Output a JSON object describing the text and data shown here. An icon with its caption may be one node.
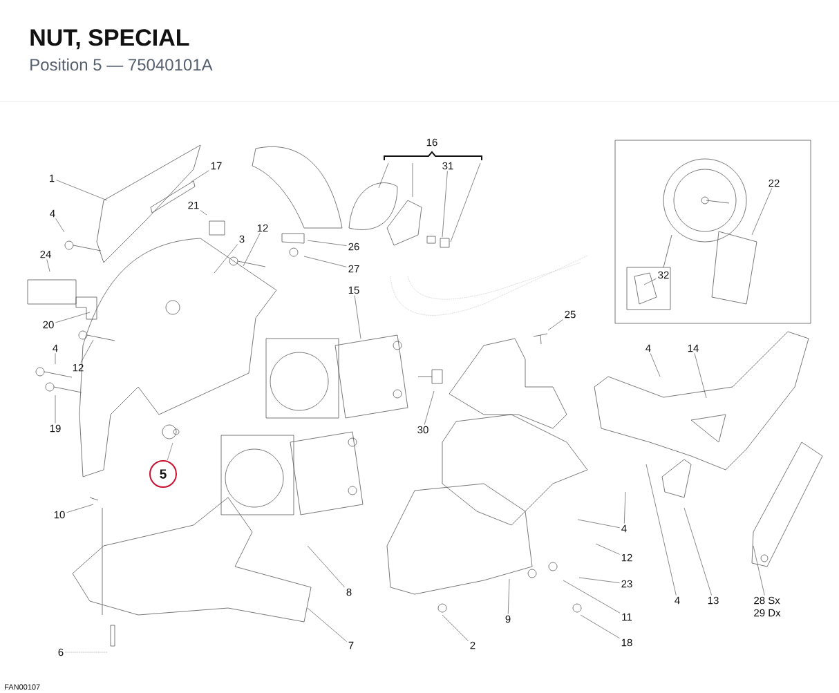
{
  "diagram": {
    "title": "NUT, SPECIAL",
    "caption": "Position 5 — 75040101A",
    "nodes": [
      {
        "text": [
          "1"
        ]
      },
      {
        "text": [
          "17"
        ]
      },
      {
        "text": [
          "21"
        ]
      },
      {
        "text": [
          "4"
        ]
      },
      {
        "text": [
          "3"
        ]
      },
      {
        "text": [
          "12"
        ]
      },
      {
        "text": [
          "24"
        ]
      },
      {
        "text": [
          "20"
        ]
      },
      {
        "text": [
          "12"
        ]
      },
      {
        "text": [
          "4"
        ]
      },
      {
        "text": [
          "19"
        ]
      },
      {
        "text": [
          "26"
        ]
      },
      {
        "text": [
          "27"
        ]
      },
      {
        "text": [
          "15"
        ]
      },
      {
        "text": [
          "31"
        ]
      },
      {
        "text": [
          "25"
        ]
      },
      {
        "text": [
          "22"
        ]
      },
      {
        "text": [
          "32"
        ]
      },
      {
        "text": [
          "4"
        ]
      },
      {
        "text": [
          "14"
        ]
      },
      {
        "text": [
          "30"
        ]
      },
      {
        "text": [
          "5"
        ]
      },
      {
        "text": [
          "10"
        ]
      },
      {
        "text": [
          "4"
        ]
      },
      {
        "text": [
          "12"
        ]
      },
      {
        "text": [
          "23"
        ]
      },
      {
        "text": [
          "8"
        ]
      },
      {
        "text": [
          "9"
        ]
      },
      {
        "text": [
          "11"
        ]
      },
      {
        "text": [
          "4"
        ]
      },
      {
        "text": [
          "13"
        ]
      },
      {
        "text": [
          "28 Sx",
          "29 Dx"
        ]
      },
      {
        "text": [
          "7"
        ]
      },
      {
        "text": [
          "2"
        ]
      },
      {
        "text": [
          "18"
        ]
      },
      {
        "text": [
          "6"
        ]
      }
    ],
    "edges": [
      {
        "from": 0,
        "to": null,
        "arrow": "none"
      },
      {
        "from": 1,
        "to": null,
        "arrow": "none"
      },
      {
        "from": 2,
        "to": null,
        "arrow": "none"
      },
      {
        "from": 3,
        "to": null,
        "arrow": "none"
      },
      {
        "from": 4,
        "to": null,
        "arrow": "none"
      },
      {
        "from": 5,
        "to": null,
        "arrow": "none"
      },
      {
        "from": 6,
        "to": null,
        "arrow": "none"
      },
      {
        "from": 7,
        "to": null,
        "arrow": "none"
      },
      {
        "from": 8,
        "to": null,
        "arrow": "none"
      },
      {
        "from": 9,
        "to": null,
        "arrow": "none"
      },
      {
        "from": 10,
        "to": null,
        "arrow": "none"
      },
      {
        "from": 11,
        "to": null,
        "arrow": "none"
      },
      {
        "from": 12,
        "to": null,
        "arrow": "none"
      },
      {
        "from": 13,
        "to": null,
        "arrow": "none"
      },
      {
        "from": 14,
        "to": null,
        "arrow": "none"
      },
      {
        "from": 15,
        "to": null,
        "arrow": "none"
      },
      {
        "from": 16,
        "to": null,
        "arrow": "none"
      },
      {
        "from": 17,
        "to": null,
        "arrow": "none"
      },
      {
        "from": 18,
        "to": null,
        "arrow": "none"
      },
      {
        "from": 19,
        "to": null,
        "arrow": "none"
      },
      {
        "from": 20,
        "to": null,
        "arrow": "none"
      },
      {
        "from": 21,
        "to": null,
        "arrow": "none",
        "color": "#333333"
      },
      {
        "from": 22,
        "to": null,
        "arrow": "none"
      },
      {
        "from": 23,
        "to": null,
        "arrow": "none"
      },
      {
        "from": 23,
        "to": null,
        "arrow": "none"
      },
      {
        "from": 24,
        "to": null,
        "arrow": "none"
      },
      {
        "from": 25,
        "to": null,
        "arrow": "none"
      },
      {
        "from": 26,
        "to": null,
        "arrow": "none"
      },
      {
        "from": 27,
        "to": null,
        "arrow": "none"
      },
      {
        "from": 28,
        "to": null,
        "arrow": "none"
      },
      {
        "from": 29,
        "to": null,
        "arrow": "none"
      },
      {
        "from": 30,
        "to": null,
        "arrow": "none"
      },
      {
        "from": 31,
        "to": null,
        "arrow": "none"
      },
      {
        "from": 32,
        "to": null,
        "arrow": "none"
      },
      {
        "from": 33,
        "to": null,
        "arrow": "none"
      },
      {
        "from": 34,
        "to": null,
        "arrow": "none"
      },
      {
        "from": 35,
        "to": null,
        "arrow": "none",
        "style": "dashed"
      }
    ],
    "labels": [
      "16",
      "FAN00107"
    ]
  }
}
